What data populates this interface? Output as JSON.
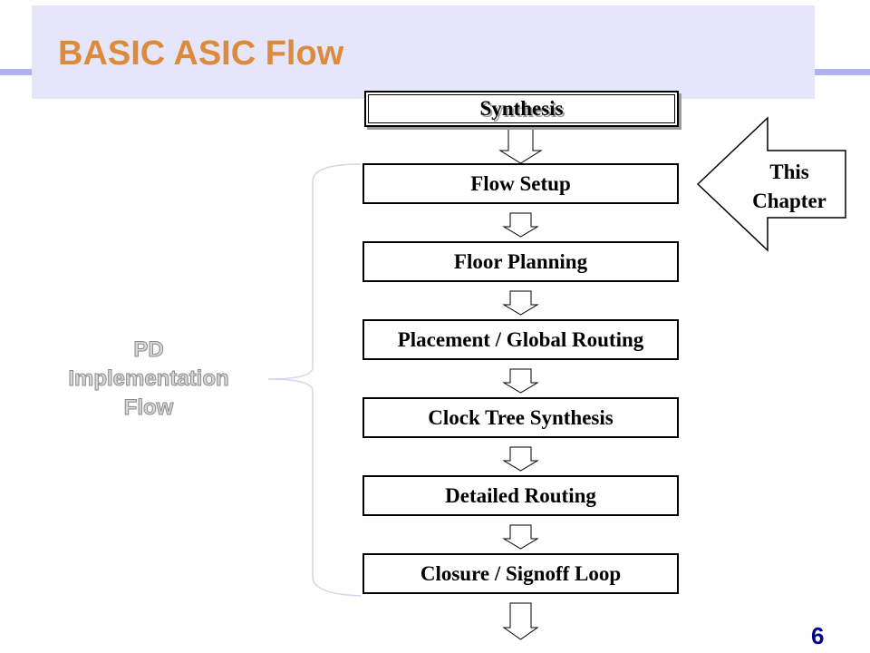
{
  "slide": {
    "title": "BASIC ASIC Flow",
    "page_number": "6"
  },
  "colors": {
    "title": "#dc8a3c",
    "title_band": "#e6e6fb",
    "rule": "#b1b1ee",
    "page_number": "#00008b"
  },
  "flow": {
    "steps": [
      {
        "label": "Synthesis"
      },
      {
        "label": "Flow Setup"
      },
      {
        "label": "Floor Planning"
      },
      {
        "label": "Placement / Global Routing"
      },
      {
        "label": "Clock Tree Synthesis"
      },
      {
        "label": "Detailed Routing"
      },
      {
        "label": "Closure / Signoff Loop"
      }
    ]
  },
  "brace_label": {
    "line1": "PD",
    "line2": "Implementation",
    "line3": "Flow"
  },
  "callout": {
    "line1": "This",
    "line2": "Chapter",
    "icon": "left-block-arrow-icon"
  }
}
